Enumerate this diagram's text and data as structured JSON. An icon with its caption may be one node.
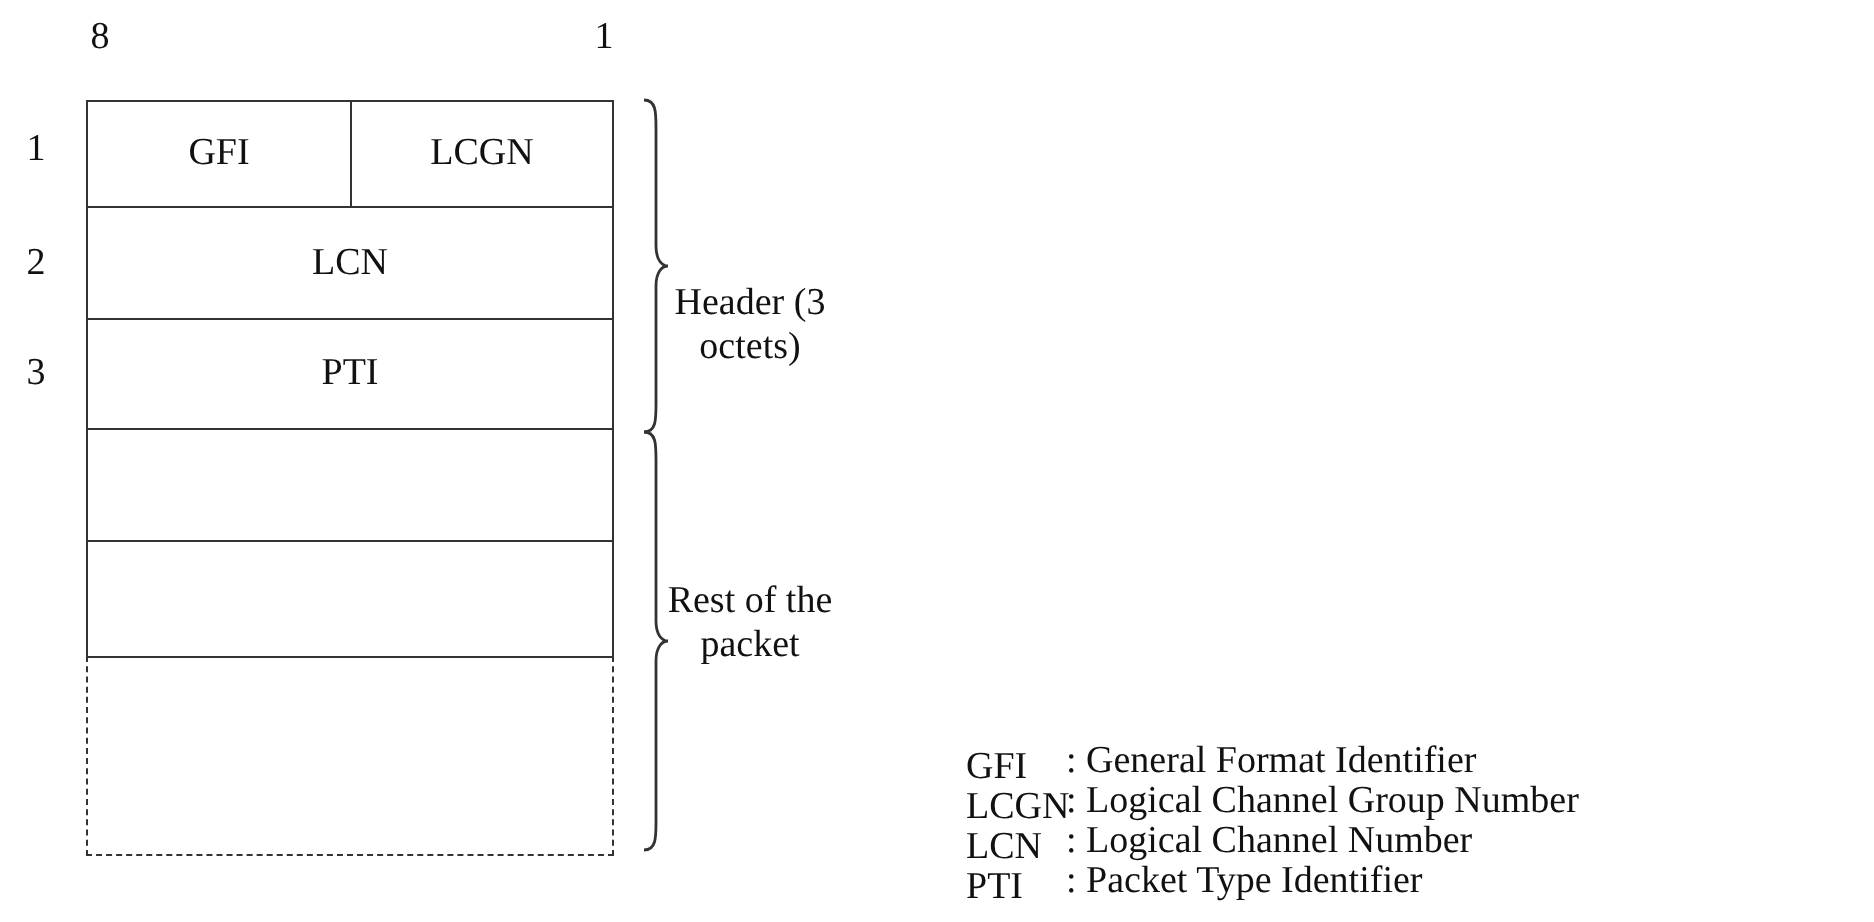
{
  "diagram": {
    "nodes": [
      {
        "text": [
          "GFI"
        ]
      },
      {
        "text": [
          "LCGN"
        ]
      },
      {
        "text": [
          "LCN"
        ]
      },
      {
        "text": [
          "PTI"
        ]
      },
      {
        "text": [],
        "shape": "box"
      },
      {
        "text": [],
        "shape": "box"
      },
      {
        "text": [],
        "shape": "box"
      }
    ],
    "labels": [
      "8",
      "1",
      "1",
      "2",
      "3",
      "Header (3 octets)",
      "Rest of the packet",
      "GFI",
      ": General Format Identifier",
      "LCGN",
      ": Logical Channel Group Number",
      "LCN",
      ": Logical Channel Number",
      "PTI",
      ": Packet Type Identifier"
    ]
  }
}
